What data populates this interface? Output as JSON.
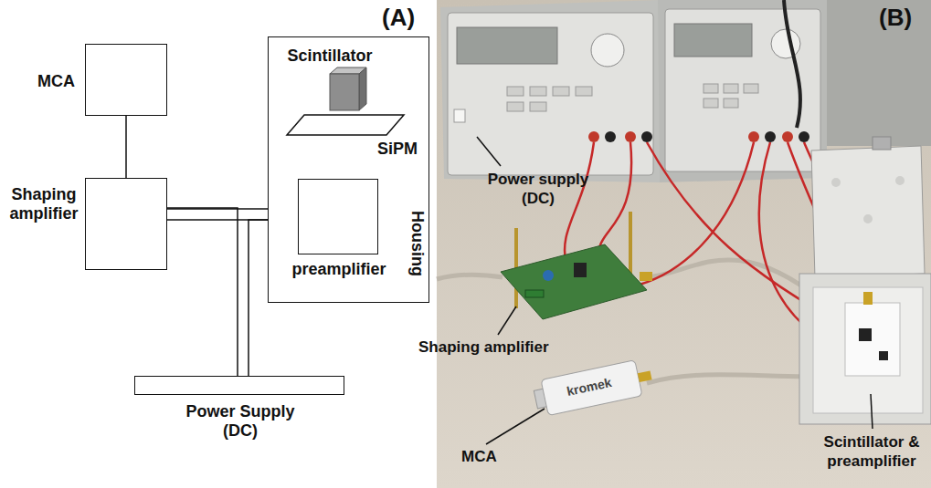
{
  "diagram": {
    "nodes": [
      {
        "text": [
          "MCA"
        ]
      },
      {
        "text": [
          "Shaping amplifier"
        ]
      },
      {
        "text": [
          "Housing"
        ]
      },
      {
        "text": [
          "Scintillator"
        ],
        "in": 2
      },
      {
        "text": [
          "SiPM"
        ],
        "in": 2
      },
      {
        "text": [
          "preamplifier"
        ],
        "in": 2
      },
      {
        "text": [
          "Power Supply (DC)"
        ]
      }
    ],
    "edges": [
      {
        "from": 0,
        "to": 1,
        "arrow": "none"
      },
      {
        "from": 1,
        "to": 5,
        "arrow": "none"
      },
      {
        "from": 4,
        "to": 5,
        "arrow": "none"
      },
      {
        "from": 6,
        "to": 1,
        "arrow": "none"
      },
      {
        "from": 6,
        "to": 5,
        "arrow": "none"
      }
    ],
    "labels": [
      "(A)",
      "(B)",
      "Power supply (DC)",
      "Shaping amplifier",
      "MCA",
      "kromek",
      "Scintillator & preamplifier"
    ]
  }
}
